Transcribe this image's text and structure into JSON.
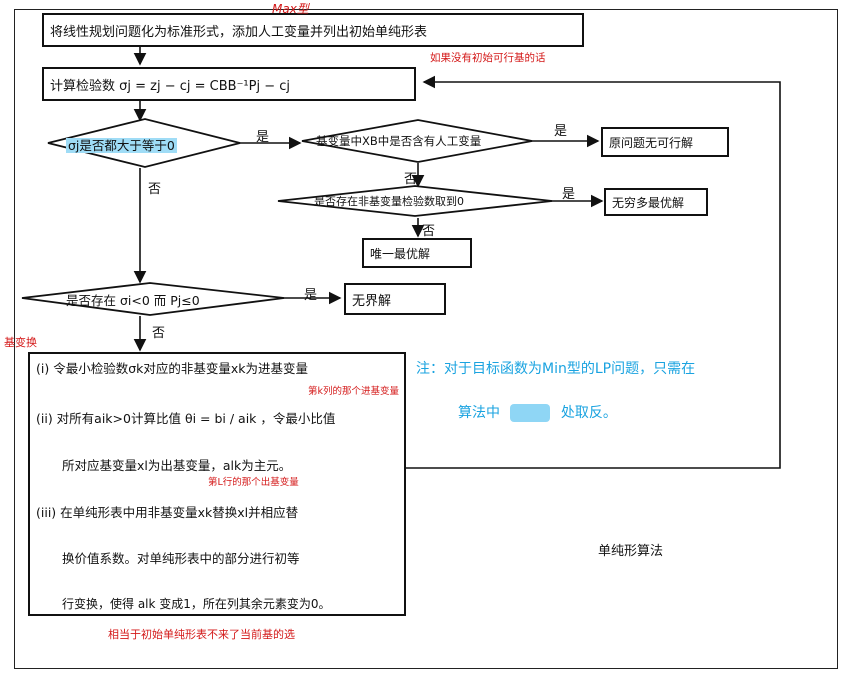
{
  "texts": {
    "maxtype": "Max型",
    "box1": "将线性规划问题化为标准形式，添加人工变量并列出初始单纯形表",
    "note_initial": "如果没有初始可行基的话",
    "box2": "计算检验数 σj = zj − cj = CBB⁻¹Pj − cj",
    "d1": "σj是否都大于等于0",
    "d2": "基变量中XB中是否含有人工变量",
    "d3": "是否存在非基变量检验数取到0",
    "d4": "是否存在 σi<0 而 Pj≤0",
    "box_infeasible": "原问题无可行解",
    "box_multi": "无穷多最优解",
    "box_unique": "唯一最优解",
    "box_unbounded": "无界解",
    "yes": "是",
    "no": "否",
    "bianhuan": "基变换",
    "step1": "(i) 令最小检验数σk对应的非基变量xk为进基变量",
    "step1_note": "第k列的那个进基变量",
    "step2_a": "(ii) 对所有aik>0计算比值 θi = bi / aik ，令最小比值",
    "step2_b": "所对应基变量xl为出基变量，alk为主元。",
    "step2_note": "第L行的那个出基变量",
    "step3_a": "(iii) 在单纯形表中用非基变量xk替换xl并相应替",
    "step3_b": "换价值系数。对单纯形表中的部分进行初等",
    "step3_c": "行变换，使得 alk 变成1，所在列其余元素变为0。",
    "bottom_note": "相当于初始单纯形表不来了当前基的选",
    "blue_note_1": "注：对于目标函数为Min型的LP问题，只需在",
    "blue_note_2": "算法中",
    "blue_note_3": "处取反。",
    "side_label": "单纯形算法"
  }
}
